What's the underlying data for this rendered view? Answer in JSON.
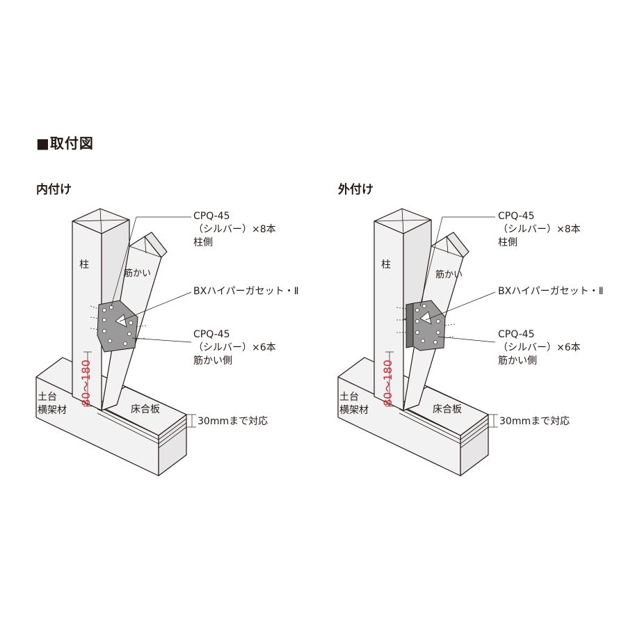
{
  "heading": "■取付図",
  "left": {
    "title": "内付け",
    "pillar": "柱",
    "brace": "筋かい",
    "sill": [
      "土台",
      "横架材"
    ],
    "floor_board": "床合板",
    "dimension": "80～180",
    "thickness": "30mmまで対応",
    "screw_pillar": [
      "CPQ-45",
      "（シルバー）×8本",
      "柱側"
    ],
    "gusset": "BXハイパーガセット・Ⅱ",
    "screw_brace": [
      "CPQ-45",
      "（シルバー）×6本",
      "筋かい側"
    ]
  },
  "right": {
    "title": "外付け",
    "pillar": "柱",
    "brace": "筋かい",
    "sill": [
      "土台",
      "横架材"
    ],
    "floor_board": "床合板",
    "dimension": "80～180",
    "thickness": "30mmまで対応",
    "screw_pillar": [
      "CPQ-45",
      "（シルバー）×8本",
      "柱側"
    ],
    "gusset": "BXハイパーガセット・Ⅱ",
    "screw_brace": [
      "CPQ-45",
      "（シルバー）×6本",
      "筋かい側"
    ]
  }
}
